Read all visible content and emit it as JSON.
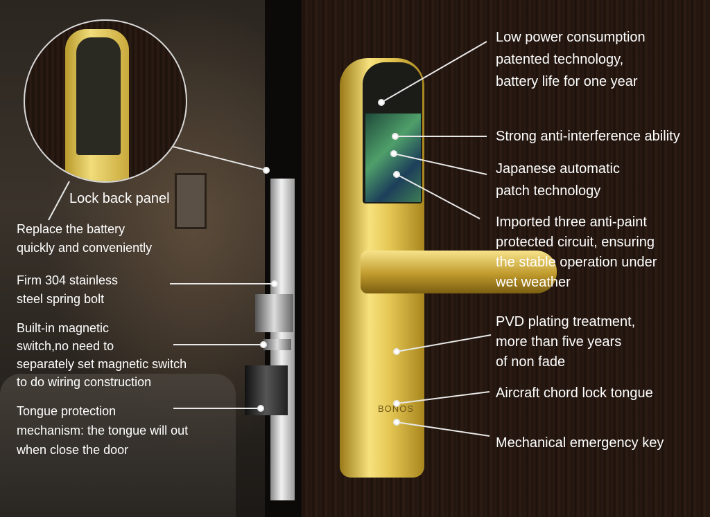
{
  "left_labels": {
    "lock_back_panel": "Lock back panel",
    "battery": [
      "Replace the battery",
      "quickly and conveniently"
    ],
    "spring_bolt": [
      "Firm 304 stainless",
      "steel spring bolt"
    ],
    "magnetic": [
      "Built-in magnetic",
      "switch,no need to",
      "separately set magnetic switch",
      "to do wiring construction"
    ],
    "tongue": [
      "Tongue protection",
      "mechanism: the tongue will out",
      "when close the door"
    ]
  },
  "right_labels": {
    "power": [
      "Low power consumption",
      "patented technology,",
      "battery life for one year"
    ],
    "interference": [
      "Strong anti-interference ability"
    ],
    "patch": [
      "Japanese automatic",
      "patch technology"
    ],
    "circuit": [
      "Imported three anti-paint",
      "protected circuit, ensuring",
      "the stable operation under",
      "wet weather"
    ],
    "pvd": [
      "PVD plating treatment,",
      "more than five years",
      "of non fade"
    ],
    "aircraft": [
      "Aircraft chord lock tongue"
    ],
    "key": [
      "Mechanical emergency key"
    ]
  },
  "lock_brand": "BONOS",
  "colors": {
    "text": "#ffffff",
    "gold": "#e3c552",
    "wood": "#2a1a12"
  }
}
